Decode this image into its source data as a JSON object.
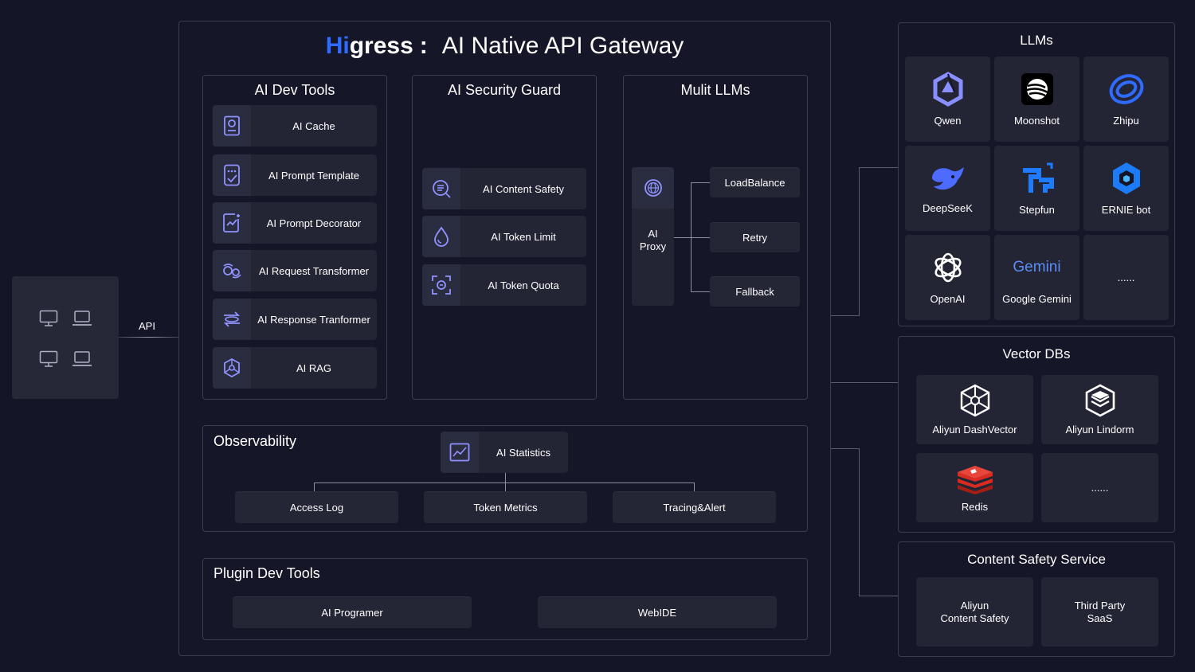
{
  "title": {
    "logo_hi": "Hi",
    "logo_rest": "gress",
    "sep": ":",
    "tagline": "AI Native API Gateway"
  },
  "client": {
    "api_label": "API"
  },
  "dev_tools": {
    "title": "AI Dev Tools",
    "items": [
      {
        "label": "AI Cache",
        "icon": "cache-icon"
      },
      {
        "label": "AI Prompt Template",
        "icon": "template-icon"
      },
      {
        "label": "AI Prompt Decorator",
        "icon": "decorator-icon"
      },
      {
        "label": "AI Request Transformer",
        "icon": "request-transform-icon"
      },
      {
        "label": "AI Response Tranformer",
        "icon": "response-transform-icon"
      },
      {
        "label": "AI RAG",
        "icon": "rag-icon"
      }
    ]
  },
  "security": {
    "title": "AI Security Guard",
    "items": [
      {
        "label": "AI Content Safety",
        "icon": "content-safety-icon"
      },
      {
        "label": "AI Token Limit",
        "icon": "drop-icon"
      },
      {
        "label": "AI Token Quota",
        "icon": "quota-icon"
      }
    ]
  },
  "multi": {
    "title": "Mulit LLMs",
    "proxy": "AI\nProxy",
    "options": [
      "LoadBalance",
      "Retry",
      "Fallback"
    ]
  },
  "observability": {
    "title": "Observability",
    "stats": "AI Statistics",
    "children": [
      "Access Log",
      "Token Metrics",
      "Tracing&Alert"
    ]
  },
  "plugin": {
    "title": "Plugin Dev Tools",
    "items": [
      "AI Programer",
      "WebIDE"
    ]
  },
  "llms": {
    "title": "LLMs",
    "items": [
      "Qwen",
      "Moonshot",
      "Zhipu",
      "DeepSeeK",
      "Stepfun",
      "ERNIE bot",
      "OpenAI",
      "Google Gemini",
      "......"
    ],
    "gemini_text": "Gemini"
  },
  "vector": {
    "title": "Vector DBs",
    "items": [
      "Aliyun DashVector",
      "Aliyun Lindorm",
      "Redis",
      "......"
    ]
  },
  "safety_service": {
    "title": "Content Safety Service",
    "items": [
      "Aliyun\nContent Safety",
      "Third Party\nSaaS"
    ]
  },
  "colors": {
    "background": "#141526",
    "accent_blue": "#2f6bff",
    "icon_purple": "#8f93ff",
    "redis_red": "#d82c20"
  }
}
